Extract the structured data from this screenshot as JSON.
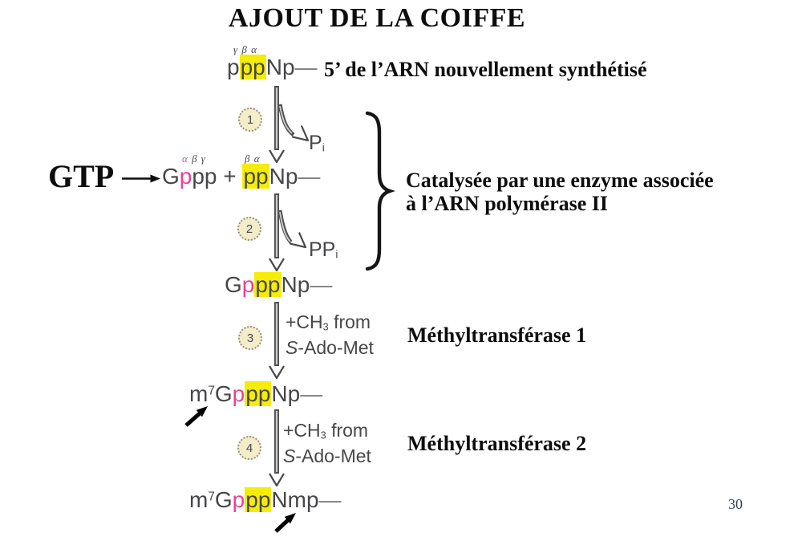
{
  "colors": {
    "highlight": "#F5EC0A",
    "pink": "#E9429C",
    "formula": "#47474A",
    "dash": "#7E7E80",
    "circle_fill": "#F5ECCA",
    "circle_border": "#979286",
    "ink": "#0D0D0D",
    "arrow": "#4F4F4F",
    "page_number": "#36404F"
  },
  "title": "AJOUT DE LA COIFFE",
  "page_number": "30",
  "top_row": {
    "greek": [
      {
        "t": "γ β α"
      }
    ],
    "formula": [
      {
        "t": "p"
      },
      {
        "t": "pp",
        "cls": "hl"
      },
      {
        "t": "Np"
      },
      {
        "t": "—",
        "cls": "dash"
      }
    ],
    "label": "5’ de l’ARN nouvellement synthétisé"
  },
  "steps": {
    "s1": "1",
    "s2": "2",
    "s3": "3",
    "s4": "4"
  },
  "byproducts": {
    "pi": [
      {
        "t": "P"
      },
      {
        "t": "i",
        "cls": "sub"
      }
    ],
    "ppi": [
      {
        "t": "PP"
      },
      {
        "t": "i",
        "cls": "sub"
      }
    ]
  },
  "gtp_row": {
    "substrate": "GTP",
    "greek_gppp": [
      {
        "t": "α ",
        "cls": "pink"
      },
      {
        "t": "β γ"
      }
    ],
    "greek_ppnp": [
      {
        "t": "β α"
      }
    ],
    "formula": [
      {
        "t": "G"
      },
      {
        "t": "p",
        "cls": "pink"
      },
      {
        "t": "pp"
      },
      {
        "t": " + "
      },
      {
        "t": "pp",
        "cls": "hl"
      },
      {
        "t": "Np"
      },
      {
        "t": "—",
        "cls": "dash"
      }
    ]
  },
  "enzyme_note": {
    "line1": "Catalysée par une enzyme associée",
    "line2": "à l’ARN polymérase II"
  },
  "products": {
    "gpppnp": [
      {
        "t": "G"
      },
      {
        "t": "p",
        "cls": "pink"
      },
      {
        "t": "pp",
        "cls": "hl"
      },
      {
        "t": "Np"
      },
      {
        "t": "—",
        "cls": "dash"
      }
    ],
    "m7gpppnp": [
      {
        "t": "m"
      },
      {
        "t": "7",
        "cls": "sup"
      },
      {
        "t": "G"
      },
      {
        "t": "p",
        "cls": "pink"
      },
      {
        "t": "pp",
        "cls": "hl"
      },
      {
        "t": "Np"
      },
      {
        "t": "—",
        "cls": "dash"
      }
    ],
    "m7gpppnmp": [
      {
        "t": "m"
      },
      {
        "t": "7",
        "cls": "sup"
      },
      {
        "t": "G"
      },
      {
        "t": "p",
        "cls": "pink"
      },
      {
        "t": "pp",
        "cls": "hl"
      },
      {
        "t": "Nmp"
      },
      {
        "t": "—",
        "cls": "dash"
      }
    ]
  },
  "methylation": {
    "ch3_from": [
      {
        "t": "+CH"
      },
      {
        "t": "3",
        "cls": "sub"
      },
      {
        "t": " from"
      }
    ],
    "sam": [
      {
        "t": "S",
        "cls": "it"
      },
      {
        "t": "-Ado-Met"
      }
    ],
    "enzyme1": "Méthyltransférase 1",
    "enzyme2": "Méthyltransférase 2"
  }
}
